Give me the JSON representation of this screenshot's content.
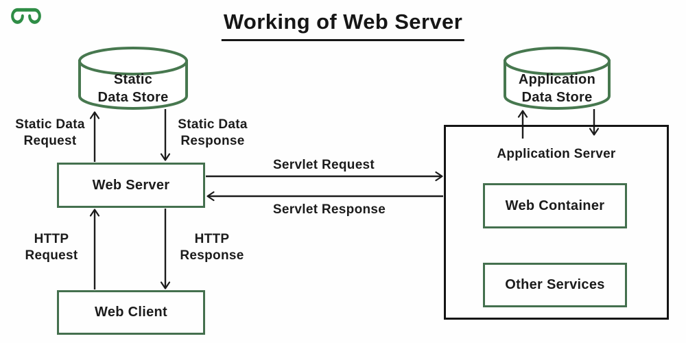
{
  "page": {
    "title": "Working of Web Server"
  },
  "logo": {
    "icon": "geeksforgeeks-logo",
    "color": "#2f8d46"
  },
  "colors": {
    "node_border_green": "#44704e",
    "cylinder_stroke_green": "#47784f",
    "container_border_black": "#141414",
    "arrow_black": "#1b1b1b",
    "text": "#1b1b1b",
    "background": "#fefefe"
  },
  "nodes": {
    "static_data_store": {
      "label": "Static\nData Store",
      "shape": "cylinder"
    },
    "application_data_store": {
      "label": "Application\nData Store",
      "shape": "cylinder"
    },
    "web_server": {
      "label": "Web Server",
      "shape": "rect"
    },
    "web_client": {
      "label": "Web Client",
      "shape": "rect"
    },
    "application_server": {
      "label": "Application Server",
      "shape": "rect"
    },
    "web_container": {
      "label": "Web Container",
      "shape": "rect"
    },
    "other_services": {
      "label": "Other Services",
      "shape": "rect"
    }
  },
  "edges": {
    "static_data_request": {
      "label": "Static Data\nRequest",
      "from": "web_server",
      "to": "static_data_store"
    },
    "static_data_response": {
      "label": "Static Data\nResponse",
      "from": "static_data_store",
      "to": "web_server"
    },
    "servlet_request": {
      "label": "Servlet Request",
      "from": "web_server",
      "to": "application_server"
    },
    "servlet_response": {
      "label": "Servlet Response",
      "from": "application_server",
      "to": "web_server"
    },
    "http_request": {
      "label": "HTTP\nRequest",
      "from": "web_client",
      "to": "web_server"
    },
    "http_response": {
      "label": "HTTP\nResponse",
      "from": "web_server",
      "to": "web_client"
    },
    "app_store_write": {
      "label": "",
      "from": "application_server",
      "to": "application_data_store"
    },
    "app_store_read": {
      "label": "",
      "from": "application_data_store",
      "to": "application_server"
    }
  }
}
